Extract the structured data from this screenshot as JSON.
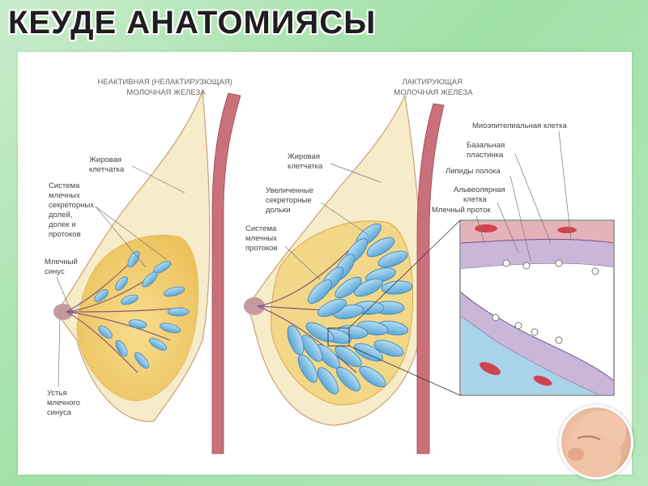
{
  "title": "КЕУДЕ АНАТОМИЯСЫ",
  "left_gland": {
    "header": [
      "НЕАКТИВНАЯ (НЕЛАКТИРУЗЮЩАЯ)",
      "МОЛОЧНАЯ ЖЕЛЕЗА"
    ],
    "fat_label": [
      "Жировая",
      "клетчатка"
    ],
    "system_label": [
      "Система",
      "млечных",
      "секреторных",
      "долей,",
      "долек и",
      "протоков"
    ],
    "sinus_label": [
      "Млечный",
      "синус"
    ],
    "mouth_label": [
      "Устья",
      "млечного",
      "синуса"
    ]
  },
  "right_gland": {
    "header": [
      "ЛАКТИРУЮЩАЯ",
      "МОЛОЧНАЯ ЖЕЛЕЗА"
    ],
    "fat_label": [
      "Жировая",
      "клетчатка"
    ],
    "lobules_label": [
      "Увеличенные",
      "секреторные",
      "дольки"
    ],
    "ducts_label": [
      "Система",
      "млечных",
      "протоков"
    ]
  },
  "detail": {
    "myoepithelial": "Миоэпителиальная клетка",
    "basal": [
      "Базальная",
      "пластинка"
    ],
    "lipids": "Липиды полока",
    "alveolar": [
      "Альвеолярная",
      "клетка"
    ],
    "duct": "Млечный проток"
  },
  "colors": {
    "skin": "#f7ecc9",
    "muscle": "#c9707b",
    "gland_fat": "#f5d37a",
    "lobule": "#8ec8e8",
    "lobule_dark": "#4f9bd0",
    "epithelium": "#c9b6d8"
  }
}
